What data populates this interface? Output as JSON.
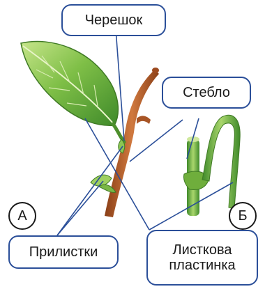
{
  "labels": {
    "petiole": "Черешок",
    "stem": "Стебло",
    "stipules": "Прилистки",
    "blade_line1": "Листкова",
    "blade_line2": "пластинка"
  },
  "markers": {
    "a": "А",
    "b": "Б"
  },
  "colors": {
    "label_border": "#2b4f99",
    "leaf_green": "#6fae3c",
    "leaf_light": "#b9dc78",
    "stem_brown": "#b5612c",
    "pointer_line": "#2b4f99"
  }
}
